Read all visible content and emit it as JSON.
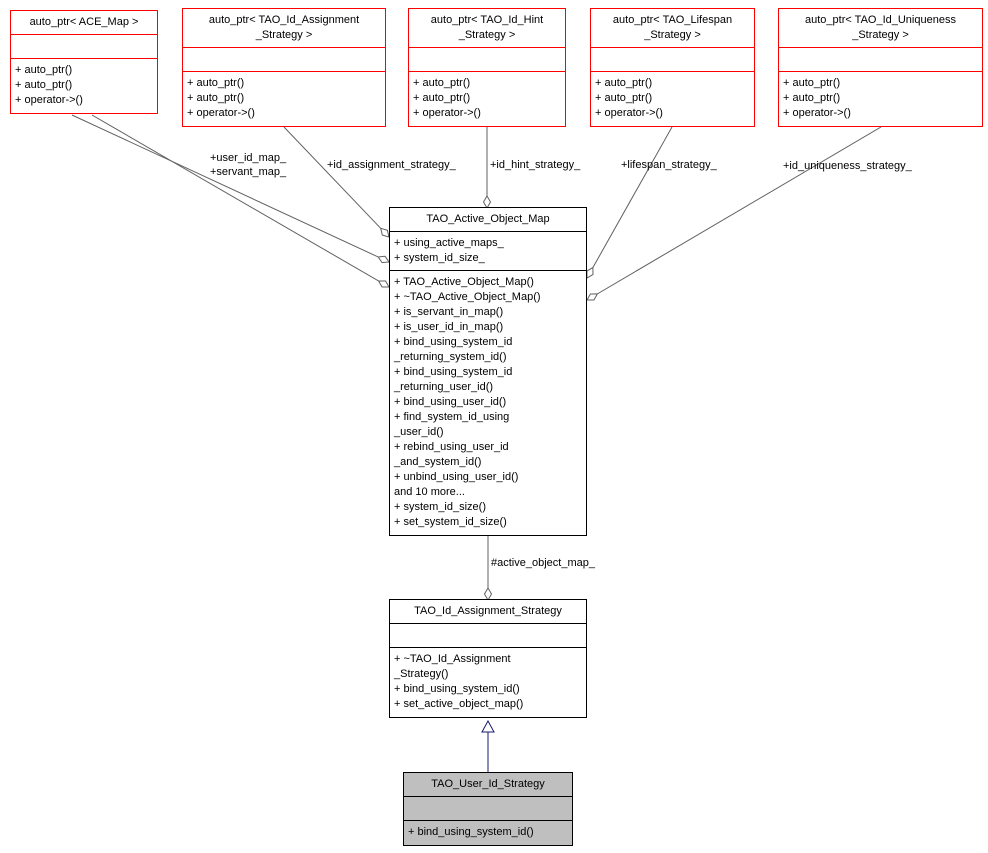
{
  "classes": {
    "ace_map": {
      "title": "auto_ptr< ACE_Map >",
      "methods": [
        "+ auto_ptr()",
        "+ auto_ptr()",
        "+ operator->()"
      ]
    },
    "autoptr_id_assignment": {
      "title": "auto_ptr< TAO_Id_Assignment\n_Strategy >",
      "methods": [
        "+ auto_ptr()",
        "+ auto_ptr()",
        "+ operator->()"
      ]
    },
    "autoptr_id_hint": {
      "title": "auto_ptr< TAO_Id_Hint\n_Strategy >",
      "methods": [
        "+ auto_ptr()",
        "+ auto_ptr()",
        "+ operator->()"
      ]
    },
    "autoptr_lifespan": {
      "title": "auto_ptr< TAO_Lifespan\n_Strategy >",
      "methods": [
        "+ auto_ptr()",
        "+ auto_ptr()",
        "+ operator->()"
      ]
    },
    "autoptr_id_uniqueness": {
      "title": "auto_ptr< TAO_Id_Uniqueness\n_Strategy >",
      "methods": [
        "+ auto_ptr()",
        "+ auto_ptr()",
        "+ operator->()"
      ]
    },
    "active_object_map": {
      "title": "TAO_Active_Object_Map",
      "attributes": [
        "+ using_active_maps_",
        "+ system_id_size_"
      ],
      "methods": [
        "+ TAO_Active_Object_Map()",
        "+ ~TAO_Active_Object_Map()",
        "+ is_servant_in_map()",
        "+ is_user_id_in_map()",
        "+ bind_using_system_id\n_returning_system_id()",
        "+ bind_using_system_id\n_returning_user_id()",
        "+ bind_using_user_id()",
        "+ find_system_id_using\n_user_id()",
        "+ rebind_using_user_id\n_and_system_id()",
        "+ unbind_using_user_id()",
        "and 10 more...",
        "+ system_id_size()",
        "+ set_system_id_size()"
      ]
    },
    "id_assignment_strategy": {
      "title": "TAO_Id_Assignment_Strategy",
      "methods": [
        "+ ~TAO_Id_Assignment\n_Strategy()",
        "+ bind_using_system_id()",
        "+ set_active_object_map()"
      ]
    },
    "user_id_strategy": {
      "title": "TAO_User_Id_Strategy",
      "methods": [
        "+ bind_using_system_id()"
      ]
    }
  },
  "edge_labels": {
    "user_servant_map": "+user_id_map_\n+servant_map_",
    "id_assignment": "+id_assignment_strategy_",
    "id_hint": "+id_hint_strategy_",
    "lifespan": "+lifespan_strategy_",
    "id_uniqueness": "+id_uniqueness_strategy_",
    "active_object_map": "#active_object_map_"
  },
  "colors": {
    "red_border": "#ff0000",
    "black_border": "#000000",
    "edge": "#606060",
    "inheritance": "#191970",
    "highlight_fill": "#bfbfbf"
  }
}
